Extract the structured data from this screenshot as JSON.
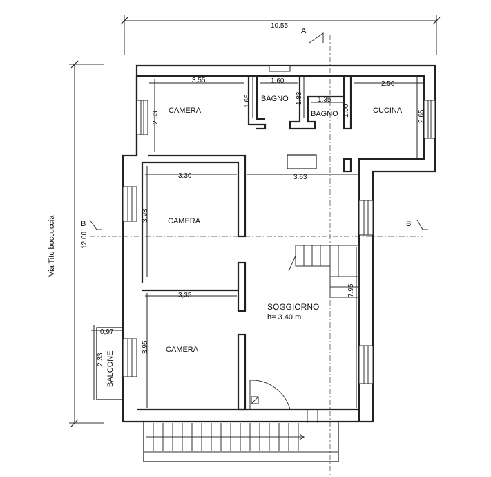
{
  "plan": {
    "overall_width": "10.55",
    "overall_depth": "12.00",
    "street": "Via Tito boccuccia",
    "section_a": "A",
    "section_b": "B",
    "section_b_prime": "B'"
  },
  "rooms": {
    "camera_top": "CAMERA",
    "bagno_1": "BAGNO",
    "bagno_2": "BAGNO",
    "cucina": "CUCINA",
    "camera_mid": "CAMERA",
    "camera_bottom": "CAMERA",
    "soggiorno": "SOGGIORNO",
    "soggiorno_height": "h= 3.40 m.",
    "balcone": "BALCONE"
  },
  "dims": {
    "camera_top_w": "3,55",
    "camera_top_h": "2.63",
    "bagno1_w": "1.60",
    "bagno1_h_left": "1.65",
    "bagno1_h_right": "1.83",
    "bagno2_w": "1,35",
    "bagno2_h": "1.00",
    "cucina_w": "2.50",
    "cucina_h": "2.65",
    "camera_mid_w": "3.30",
    "camera_mid_h": "3.93",
    "corridor_w": "3.63",
    "camera_bottom_w": "3,35",
    "camera_bottom_h": "3.95",
    "soggiorno_h": "7.95",
    "balcone_w": "0,97",
    "balcone_h": "2.33"
  }
}
